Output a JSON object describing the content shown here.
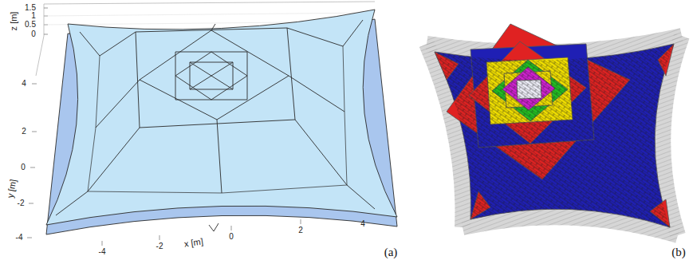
{
  "diagram": {
    "labels": [
      "1.5",
      "1",
      "0.5",
      "0",
      "z [m]",
      "4",
      "2",
      "0",
      "-2",
      "-4",
      "y [m]",
      "-4",
      "-2",
      "x [m]",
      "0",
      "2",
      "4",
      "(a)",
      "(b)"
    ]
  }
}
